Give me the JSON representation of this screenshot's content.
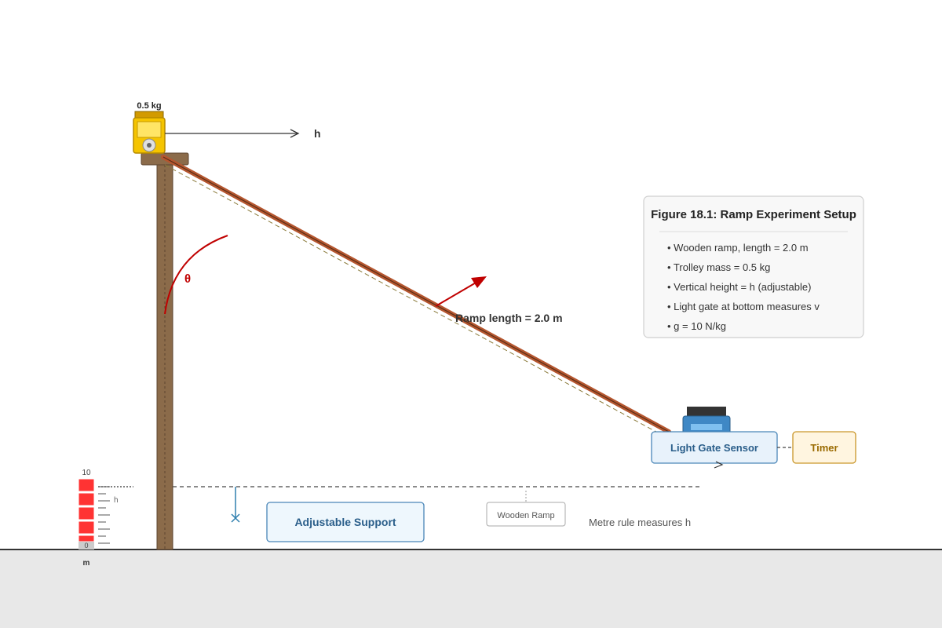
{
  "mass_label": "0.5 kg",
  "height_symbol": "h",
  "angle_symbol": "θ",
  "ramp_length_label": "Ramp length = 2.0 m",
  "info_box": {
    "title": "Figure 18.1: Ramp Experiment Setup",
    "items": [
      "• Wooden ramp, length = 2.0 m",
      "• Trolley mass = 0.5 kg",
      "• Vertical height = h (adjustable)",
      "• Light gate at bottom measures v",
      "• g = 10 N/kg"
    ]
  },
  "light_gate_label": "Light Gate Sensor",
  "timer_label": "Timer",
  "adjustable_support_label": "Adjustable Support",
  "wooden_ramp_label": "Wooden Ramp",
  "metre_rule_note": "Metre rule measures h",
  "metre_rule": {
    "top_label": "10",
    "bottom_label": "0",
    "unit_label": "m",
    "h_mark": "h"
  },
  "colors": {
    "post": "#8b6b4a",
    "ramp": "#b5562f",
    "trolley": "#f5c400",
    "angle": "#c00000",
    "arrow": "#c00000",
    "gate": "#3f88c5",
    "gate_box_fill": "#e8f2fb",
    "gate_box_stroke": "#4a86b8",
    "timer_fill": "#fff5e0",
    "timer_stroke": "#c9962a",
    "timer_text": "#9a6a00",
    "support_fill": "#eef7fd",
    "support_stroke": "#4a86b8",
    "floor": "#e8e8e8",
    "ruler_red": "#ff3333"
  }
}
